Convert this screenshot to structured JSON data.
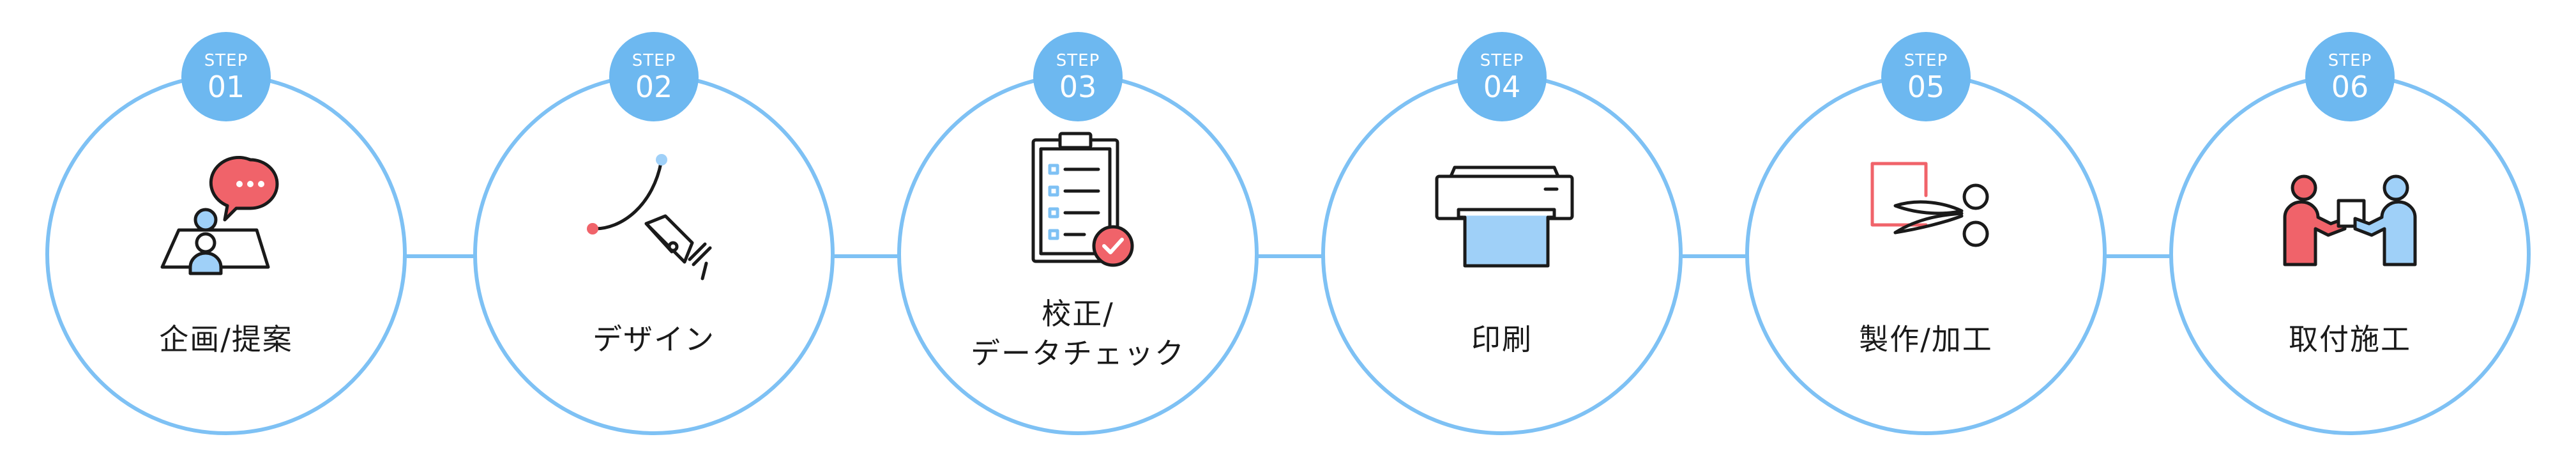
{
  "colors": {
    "accent": "#6db8f0",
    "ring": "#7ec1f4",
    "icon_red": "#f0636a",
    "icon_blue": "#9fd0f8",
    "text": "#1a1a1a"
  },
  "steps": [
    {
      "label": "STEP",
      "number": "01",
      "title": [
        "企画/提案"
      ],
      "icon": "consultation-icon"
    },
    {
      "label": "STEP",
      "number": "02",
      "title": [
        "デザイン"
      ],
      "icon": "pen-tool-icon"
    },
    {
      "label": "STEP",
      "number": "03",
      "title": [
        "校正/",
        "データチェック"
      ],
      "icon": "checklist-clipboard-icon"
    },
    {
      "label": "STEP",
      "number": "04",
      "title": [
        "印刷"
      ],
      "icon": "printer-icon"
    },
    {
      "label": "STEP",
      "number": "05",
      "title": [
        "製作/加工"
      ],
      "icon": "scissors-cut-icon"
    },
    {
      "label": "STEP",
      "number": "06",
      "title": [
        "取付施工"
      ],
      "icon": "installation-handover-icon"
    }
  ]
}
